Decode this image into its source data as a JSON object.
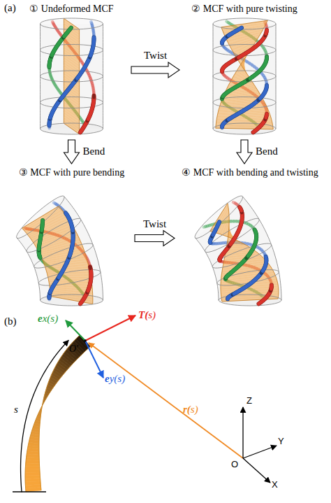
{
  "diagram": {
    "nodes": [
      {
        "text": [
          "① Undeformed MCF"
        ]
      },
      {
        "text": [
          "② MCF with pure twisting"
        ]
      },
      {
        "text": [
          "③ MCF with pure bending"
        ]
      },
      {
        "text": [
          "④ MCF with bending and twisting"
        ]
      }
    ],
    "edges": [
      {
        "from": 0,
        "to": 1,
        "arrow": "to",
        "label": "Twist"
      },
      {
        "from": 0,
        "to": 2,
        "arrow": "to",
        "label": "Bend"
      },
      {
        "from": 1,
        "to": 3,
        "arrow": "to",
        "label": "Bend"
      },
      {
        "from": 2,
        "to": 3,
        "arrow": "to",
        "label": "Twist"
      }
    ],
    "labels": [
      "(a)",
      "(b)",
      "ex(s)",
      "T(s)",
      "ey(s)",
      "O′",
      "s",
      "r(s)",
      "Z",
      "Y",
      "X",
      "O"
    ]
  }
}
